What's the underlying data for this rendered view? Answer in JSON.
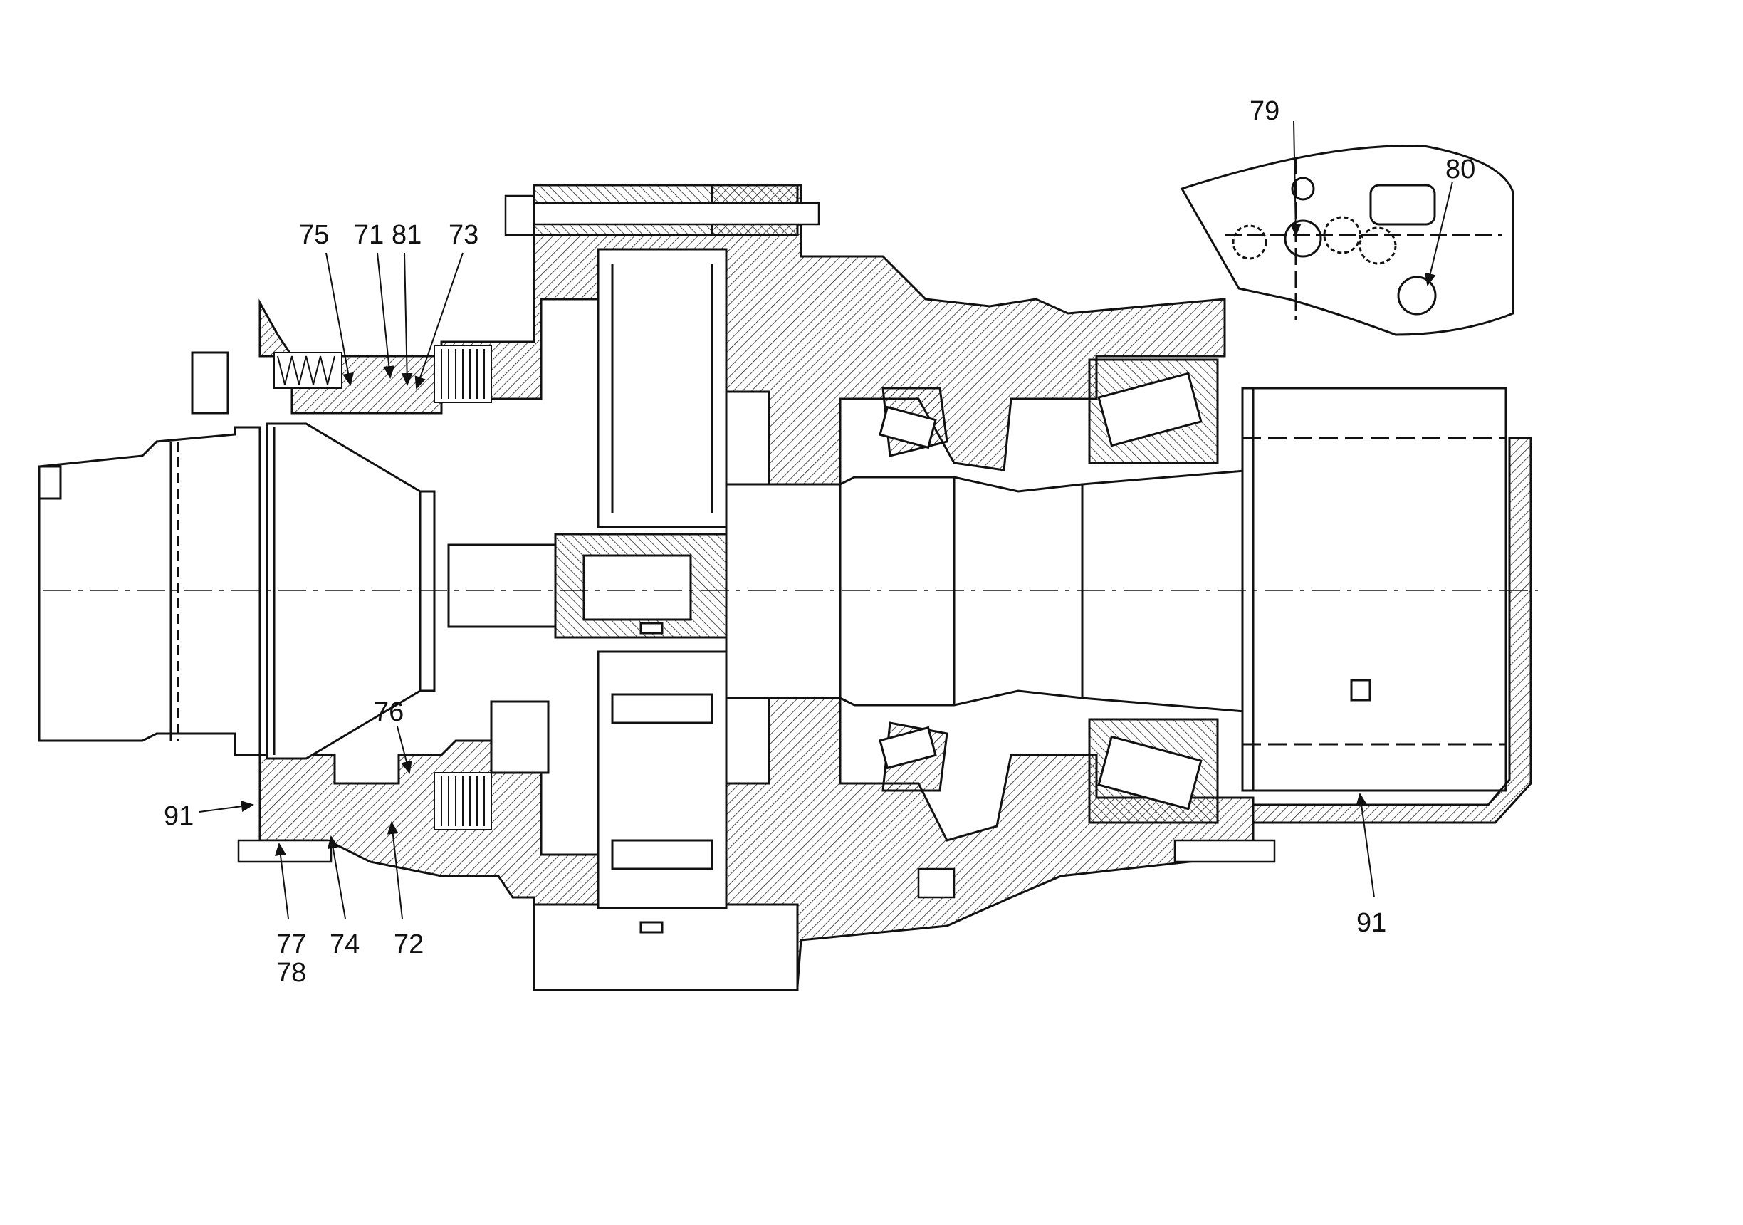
{
  "callouts": {
    "c71": "71",
    "c72": "72",
    "c73": "73",
    "c74": "74",
    "c75": "75",
    "c76": "76",
    "c77": "77",
    "c78": "78",
    "c79": "79",
    "c80": "80",
    "c81": "81",
    "c91_left": "91",
    "c91_right": "91"
  },
  "colors": {
    "ink": "#111111",
    "paper": "#ffffff"
  }
}
